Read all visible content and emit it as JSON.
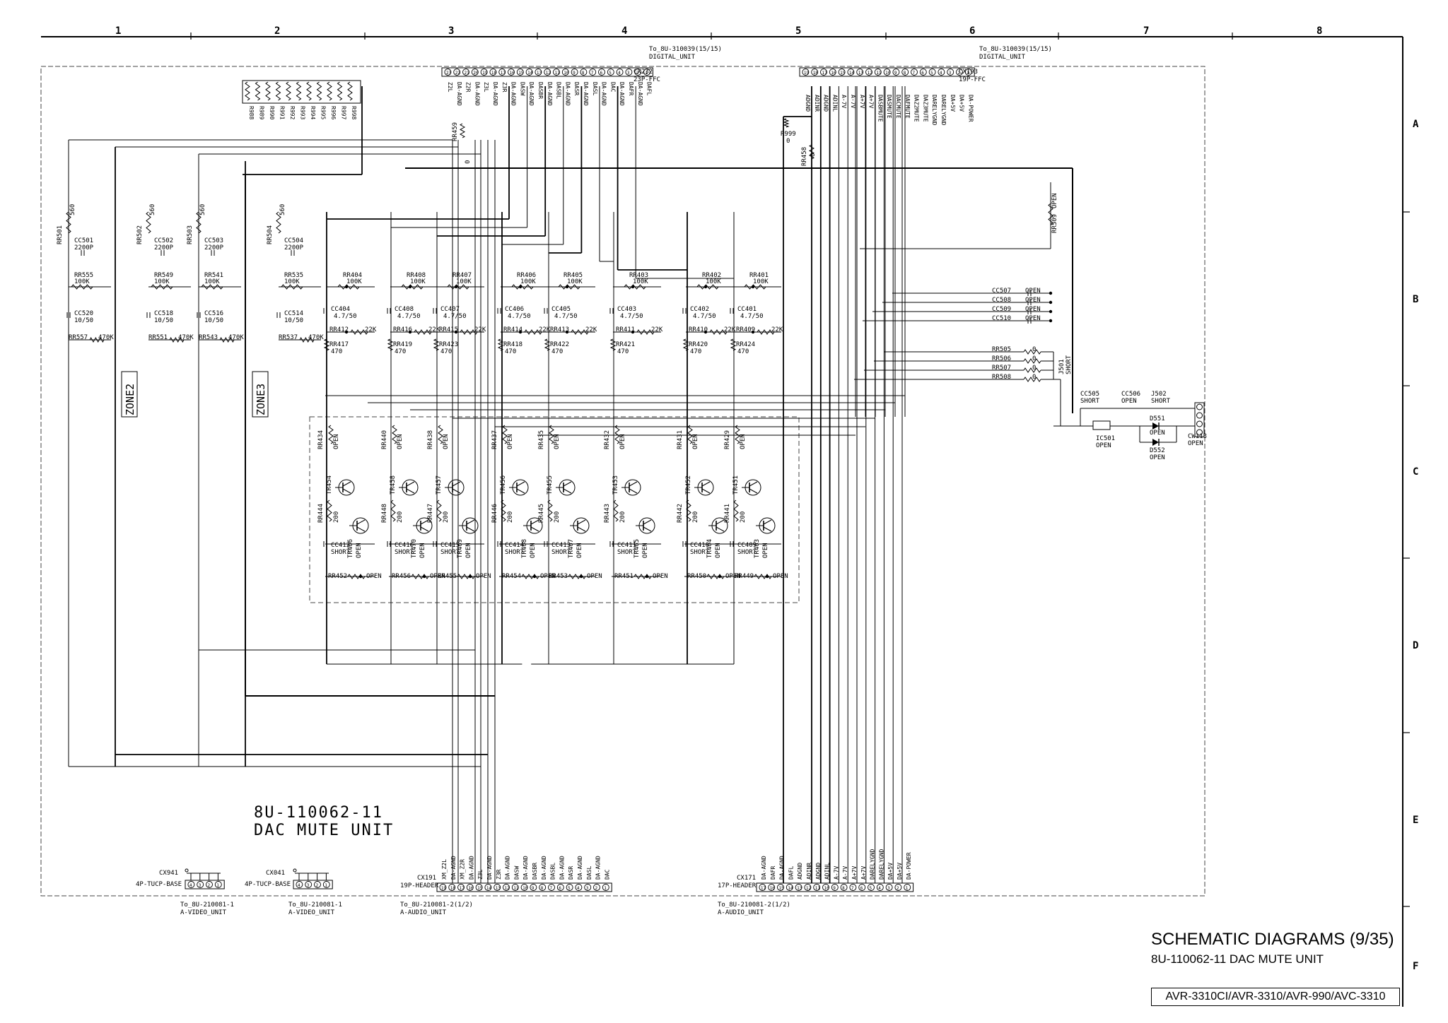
{
  "title_block": {
    "title": "SCHEMATIC DIAGRAMS (9/35)",
    "subtitle": "8U-110062-11 DAC MUTE UNIT",
    "models": "AVR-3310CI/AVR-3310/AVR-990/AVC-3310"
  },
  "grid": {
    "columns": [
      "1",
      "2",
      "3",
      "4",
      "5",
      "6",
      "7",
      "8"
    ],
    "rows": [
      "A",
      "B",
      "C",
      "D",
      "E",
      "F"
    ]
  },
  "board_label": {
    "line1": "8U-110062-11",
    "line2": "DAC MUTE UNIT"
  },
  "zone_labels": [
    "ZONE2",
    "ZONE3"
  ],
  "connectors": {
    "cx232": {
      "ref": "CX232",
      "type": "23P-FFC",
      "to1": "To_8U-310039(15/15)",
      "to2": "DIGITAL_UNIT",
      "pins": [
        "Z2L",
        "DA-AGND",
        "Z2R",
        "DA-AGND",
        "Z3L",
        "DA-AGND",
        "Z3R",
        "DA-AGND",
        "DASW",
        "DA-AGND",
        "DASBR",
        "DA-AGND",
        "DASBL",
        "DA-AGND",
        "DASR",
        "DA-AGND",
        "DASL",
        "DA-AGND",
        "DAC",
        "DA-AGND",
        "DAFR",
        "DA-AGND",
        "DAFL"
      ]
    },
    "cx193": {
      "ref": "CX193",
      "type": "19P-FFC",
      "to1": "To_8U-310039(15/15)",
      "to2": "DIGITAL_UNIT",
      "pins": [
        "ADGND",
        "ADINR",
        "ADGND",
        "ADINL",
        "A-7V",
        "A-7V",
        "A+7V",
        "A+7V",
        "DASBMUTE",
        "DASMUTE",
        "DACMUTE",
        "DAFMUTE",
        "DAZ2MUTE",
        "DAZ3MUTE",
        "DARELYGND",
        "DARELYGND",
        "DA+5V",
        "DA+5V",
        "DA-POWER"
      ]
    },
    "cx191": {
      "ref": "CX191",
      "type": "19P-HEADER",
      "to1": "To_8U-210081-2(1/2)",
      "to2": "A-AUDIO_UNIT",
      "pins": [
        "XM_Z2L",
        "DA-AGND",
        "XM_Z2R",
        "DA-AGND",
        "Z3L",
        "DA-AGND",
        "Z3R",
        "DA-AGND",
        "DASW",
        "DA-AGND",
        "DASBR",
        "DA-AGND",
        "DASBL",
        "DA-AGND",
        "DASR",
        "DA-AGND",
        "DASL",
        "DA-AGND",
        "DAC"
      ]
    },
    "cx171": {
      "ref": "CX171",
      "type": "17P-HEADER",
      "to1": "To_8U-210081-2(1/2)",
      "to2": "A-AUDIO_UNIT",
      "pins": [
        "DA-AGND",
        "DAFR",
        "DA-AGND",
        "DAFL",
        "ADGND",
        "ADINR",
        "ADGND",
        "ADINL",
        "A-7V",
        "A-7V",
        "A+7V",
        "A+7V",
        "DARELYGND",
        "DARELYGND",
        "DA+5V",
        "DA+5V",
        "DA-POWER"
      ]
    },
    "cx941": {
      "ref": "CX941",
      "type": "4P-TUCP-BASE",
      "to1": "To_8U-210081-1",
      "to2": "A-VIDEO_UNIT"
    },
    "cx041": {
      "ref": "CX041",
      "type": "4P-TUCP-BASE",
      "to1": "To_8U-210081-1",
      "to2": "A-VIDEO_UNIT"
    },
    "cw113": {
      "ref": "CW113",
      "value": "OPEN"
    }
  },
  "resistor_array": [
    "R988",
    "R989",
    "R990",
    "R991",
    "R992",
    "R993",
    "R994",
    "R995",
    "R996",
    "R997",
    "R998"
  ],
  "misc_parts": {
    "r999": {
      "ref": "R999",
      "value": "0"
    },
    "rr459": {
      "ref": "RR459",
      "value": "0"
    },
    "rr458": {
      "ref": "RR458",
      "value": "0"
    },
    "rr509": {
      "ref": "RR509",
      "value": "OPEN"
    },
    "j501": {
      "ref": "J501",
      "value": "SHORT"
    },
    "cc505": {
      "ref": "CC505",
      "value": "SHORT"
    },
    "cc506": {
      "ref": "CC506",
      "value": "OPEN"
    },
    "j502": {
      "ref": "J502",
      "value": "SHORT"
    },
    "ic501": {
      "ref": "IC501",
      "value": "OPEN"
    },
    "d551": {
      "ref": "D551",
      "value": "OPEN"
    },
    "d552": {
      "ref": "D552",
      "value": "OPEN"
    },
    "open_caps": [
      {
        "ref": "CC507",
        "value": "OPEN"
      },
      {
        "ref": "CC508",
        "value": "OPEN"
      },
      {
        "ref": "CC509",
        "value": "OPEN"
      },
      {
        "ref": "CC510",
        "value": "OPEN"
      }
    ],
    "zero_res": [
      {
        "ref": "RR505",
        "value": "0"
      },
      {
        "ref": "RR506",
        "value": "0"
      },
      {
        "ref": "RR507",
        "value": "0"
      },
      {
        "ref": "RR508",
        "value": "0"
      }
    ]
  },
  "zone_parts": [
    {
      "r_top": "RR501",
      "r_top_val": "560",
      "cap": "CC501",
      "cap_val": "2200P",
      "r_mid": "RR555",
      "r_mid_val": "100K",
      "ecap": "CC520",
      "ecap_val": "10/50",
      "r_bot": "RR557",
      "r_bot_val": "470K"
    },
    {
      "r_top": "RR502",
      "r_top_val": "560",
      "cap": "CC502",
      "cap_val": "2200P",
      "r_mid": "RR549",
      "r_mid_val": "100K",
      "ecap": "CC518",
      "ecap_val": "10/50",
      "r_bot": "RR551",
      "r_bot_val": "470K"
    },
    {
      "r_top": "RR503",
      "r_top_val": "560",
      "cap": "CC503",
      "cap_val": "2200P",
      "r_mid": "RR541",
      "r_mid_val": "100K",
      "ecap": "CC516",
      "ecap_val": "10/50",
      "r_bot": "RR543",
      "r_bot_val": "470K"
    },
    {
      "r_top": "RR504",
      "r_top_val": "560",
      "cap": "CC504",
      "cap_val": "2200P",
      "r_mid": "RR535",
      "r_mid_val": "100K",
      "ecap": "CC514",
      "ecap_val": "10/50",
      "r_bot": "RR537",
      "r_bot_val": "470K"
    }
  ],
  "channels": [
    {
      "r100k": "RR404",
      "cap": "CC404",
      "cap_val": "4.7/50",
      "r22k": "RR412",
      "r470": "RR417",
      "rtop": "RR434",
      "tr_top": "TR454",
      "r200": "RR444",
      "tr_bot": "TR466",
      "cc_short": "CC412",
      "r_open": "RR452"
    },
    {
      "r100k": "RR408",
      "cap": "CC408",
      "cap_val": "4.7/50",
      "r22k": "RR416",
      "r470": "RR419",
      "rtop": "RR440",
      "tr_top": "TR458",
      "r200": "RR448",
      "tr_bot": "TR470",
      "cc_short": "CC416",
      "r_open": "RR456"
    },
    {
      "r100k": "RR407",
      "cap": "CC407",
      "cap_val": "4.7/50",
      "r22k": "RR415",
      "r470": "RR423",
      "rtop": "RR438",
      "tr_top": "TR457",
      "r200": "RR447",
      "tr_bot": "TR469",
      "cc_short": "CC415",
      "r_open": "RR455"
    },
    {
      "r100k": "RR406",
      "cap": "CC406",
      "cap_val": "4.7/50",
      "r22k": "RR414",
      "r470": "RR418",
      "rtop": "RR437",
      "tr_top": "TR456",
      "r200": "RR446",
      "tr_bot": "TR468",
      "cc_short": "CC414",
      "r_open": "RR454"
    },
    {
      "r100k": "RR405",
      "cap": "CC405",
      "cap_val": "4.7/50",
      "r22k": "RR413",
      "r470": "RR422",
      "rtop": "RR435",
      "tr_top": "TR455",
      "r200": "RR445",
      "tr_bot": "TR467",
      "cc_short": "CC413",
      "r_open": "RR453"
    },
    {
      "r100k": "RR403",
      "cap": "CC403",
      "cap_val": "4.7/50",
      "r22k": "RR411",
      "r470": "RR421",
      "rtop": "RR432",
      "tr_top": "TR453",
      "r200": "RR443",
      "tr_bot": "TR465",
      "cc_short": "CC411",
      "r_open": "RR451"
    },
    {
      "r100k": "RR402",
      "cap": "CC402",
      "cap_val": "4.7/50",
      "r22k": "RR410",
      "r470": "RR420",
      "rtop": "RR431",
      "tr_top": "TR452",
      "r200": "RR442",
      "tr_bot": "TR464",
      "cc_short": "CC410",
      "r_open": "RR450"
    },
    {
      "r100k": "RR401",
      "cap": "CC401",
      "cap_val": "4.7/50",
      "r22k": "RR409",
      "r470": "RR424",
      "rtop": "RR429",
      "tr_top": "TR451",
      "r200": "RR441",
      "tr_bot": "TR463",
      "cc_short": "CC409",
      "r_open": "RR449"
    }
  ],
  "values": {
    "v100k": "100K",
    "v22k": "22K",
    "v470": "470",
    "v200": "200",
    "v_open": "OPEN",
    "v_short": "SHORT"
  }
}
